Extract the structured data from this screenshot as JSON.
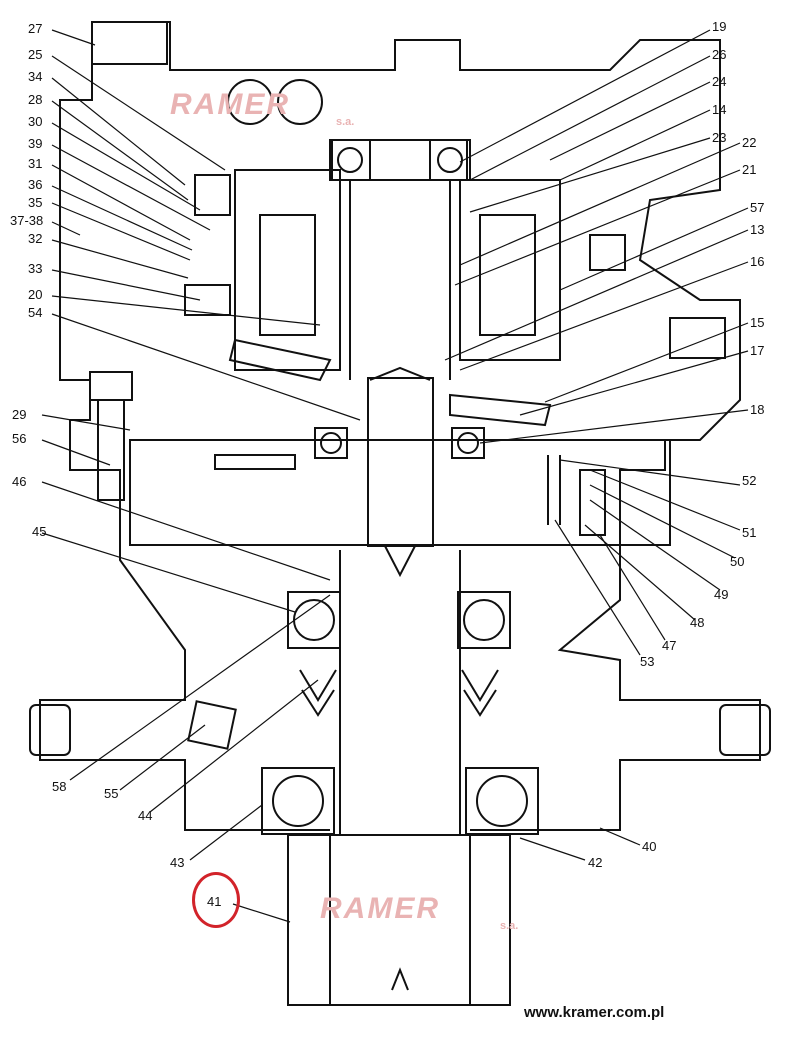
{
  "watermark": {
    "brand": "RAMER",
    "suffix": "s.a."
  },
  "website": "www.kramer.com.pl",
  "highlight": {
    "label": "41",
    "color": "#d2232a"
  },
  "callouts_left": [
    "27",
    "25",
    "34",
    "28",
    "30",
    "39",
    "31",
    "36",
    "35",
    "37-38",
    "32",
    "33",
    "20",
    "54",
    "29",
    "56",
    "46",
    "45",
    "58",
    "55",
    "44",
    "43",
    "41"
  ],
  "callouts_right": [
    "19",
    "26",
    "24",
    "14",
    "23",
    "22",
    "21",
    "57",
    "13",
    "16",
    "15",
    "17",
    "18",
    "52",
    "51",
    "50",
    "49",
    "48",
    "47",
    "53",
    "42",
    "40"
  ],
  "colors": {
    "ink": "#111111",
    "watermark": "#e9b3b3",
    "circle": "#d2232a"
  }
}
